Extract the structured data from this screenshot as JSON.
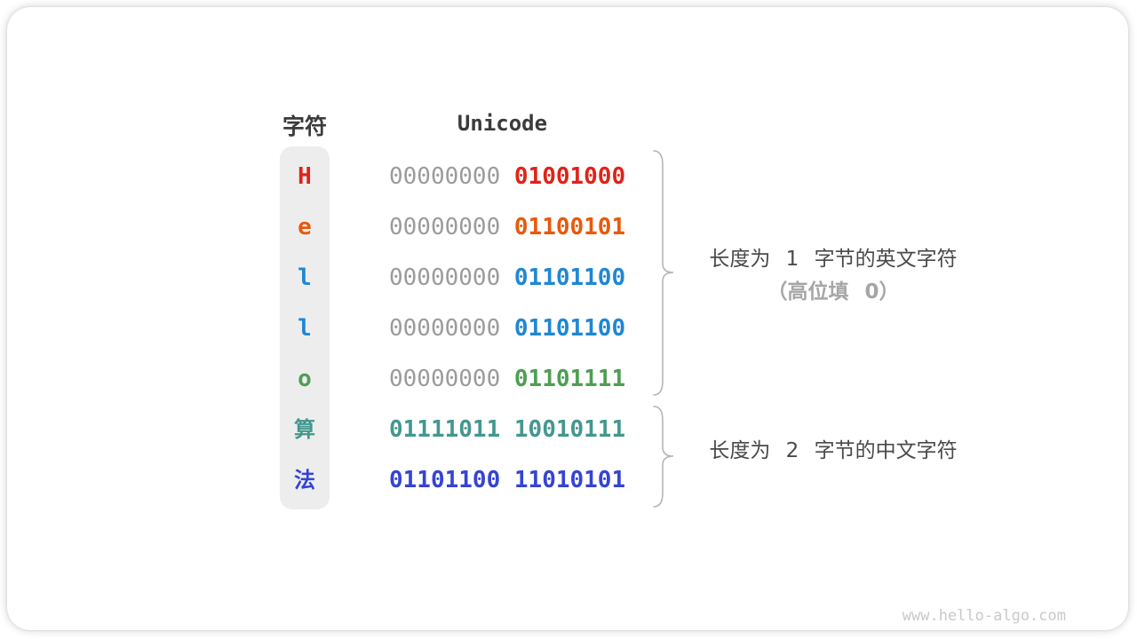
{
  "table": {
    "headers": {
      "char": "字符",
      "unicode": "Unicode"
    },
    "gray_color": "#9b9b9b",
    "rows": [
      {
        "char": "H",
        "color": "#e02318",
        "byte1": "00000000",
        "byte2": "01001000",
        "byte1_colored": false
      },
      {
        "char": "e",
        "color": "#e8590c",
        "byte1": "00000000",
        "byte2": "01100101",
        "byte1_colored": false
      },
      {
        "char": "l",
        "color": "#1f87d4",
        "byte1": "00000000",
        "byte2": "01101100",
        "byte1_colored": false
      },
      {
        "char": "l",
        "color": "#1f87d4",
        "byte1": "00000000",
        "byte2": "01101100",
        "byte1_colored": false
      },
      {
        "char": "o",
        "color": "#4f9e52",
        "byte1": "00000000",
        "byte2": "01101111",
        "byte1_colored": false
      },
      {
        "char": "算",
        "color": "#44978e",
        "byte1": "01111011",
        "byte2": "10010111",
        "byte1_colored": true
      },
      {
        "char": "法",
        "color": "#3544d2",
        "byte1": "01101100",
        "byte2": "11010101",
        "byte1_colored": true
      }
    ]
  },
  "annotations": {
    "group1": {
      "line1": "长度为 1 字节的英文字符",
      "line2": "（高位填 0）"
    },
    "group2": {
      "line1": "长度为 2 字节的中文字符"
    }
  },
  "watermark": "www.hello-algo.com"
}
